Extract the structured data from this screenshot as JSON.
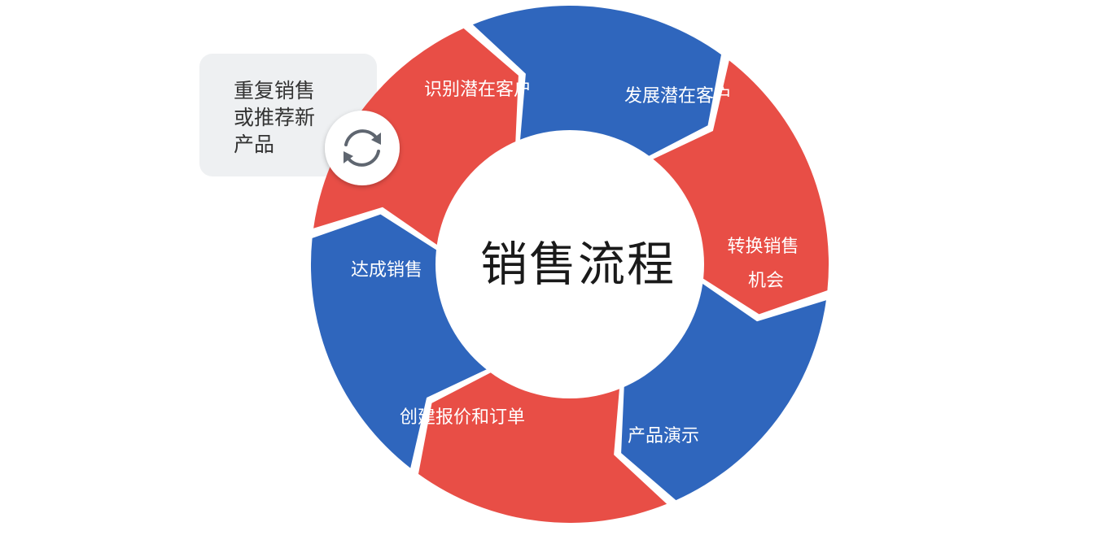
{
  "diagram": {
    "center_title": "销售流程",
    "steps": [
      {
        "lines": [
          "识别潜在客户"
        ],
        "color": "#2f66bd"
      },
      {
        "lines": [
          "发展潜在客户"
        ],
        "color": "#e84e46"
      },
      {
        "lines": [
          "转换销售",
          "机会"
        ],
        "color": "#2f66bd"
      },
      {
        "lines": [
          "产品演示"
        ],
        "color": "#e84e46"
      },
      {
        "lines": [
          "创建报价和订单"
        ],
        "color": "#2f66bd"
      },
      {
        "lines": [
          "达成销售"
        ],
        "color": "#e84e46"
      }
    ],
    "repeat_box": {
      "lines": [
        "重复销售",
        "或推荐新",
        "产品"
      ],
      "icon": "refresh-icon"
    }
  }
}
